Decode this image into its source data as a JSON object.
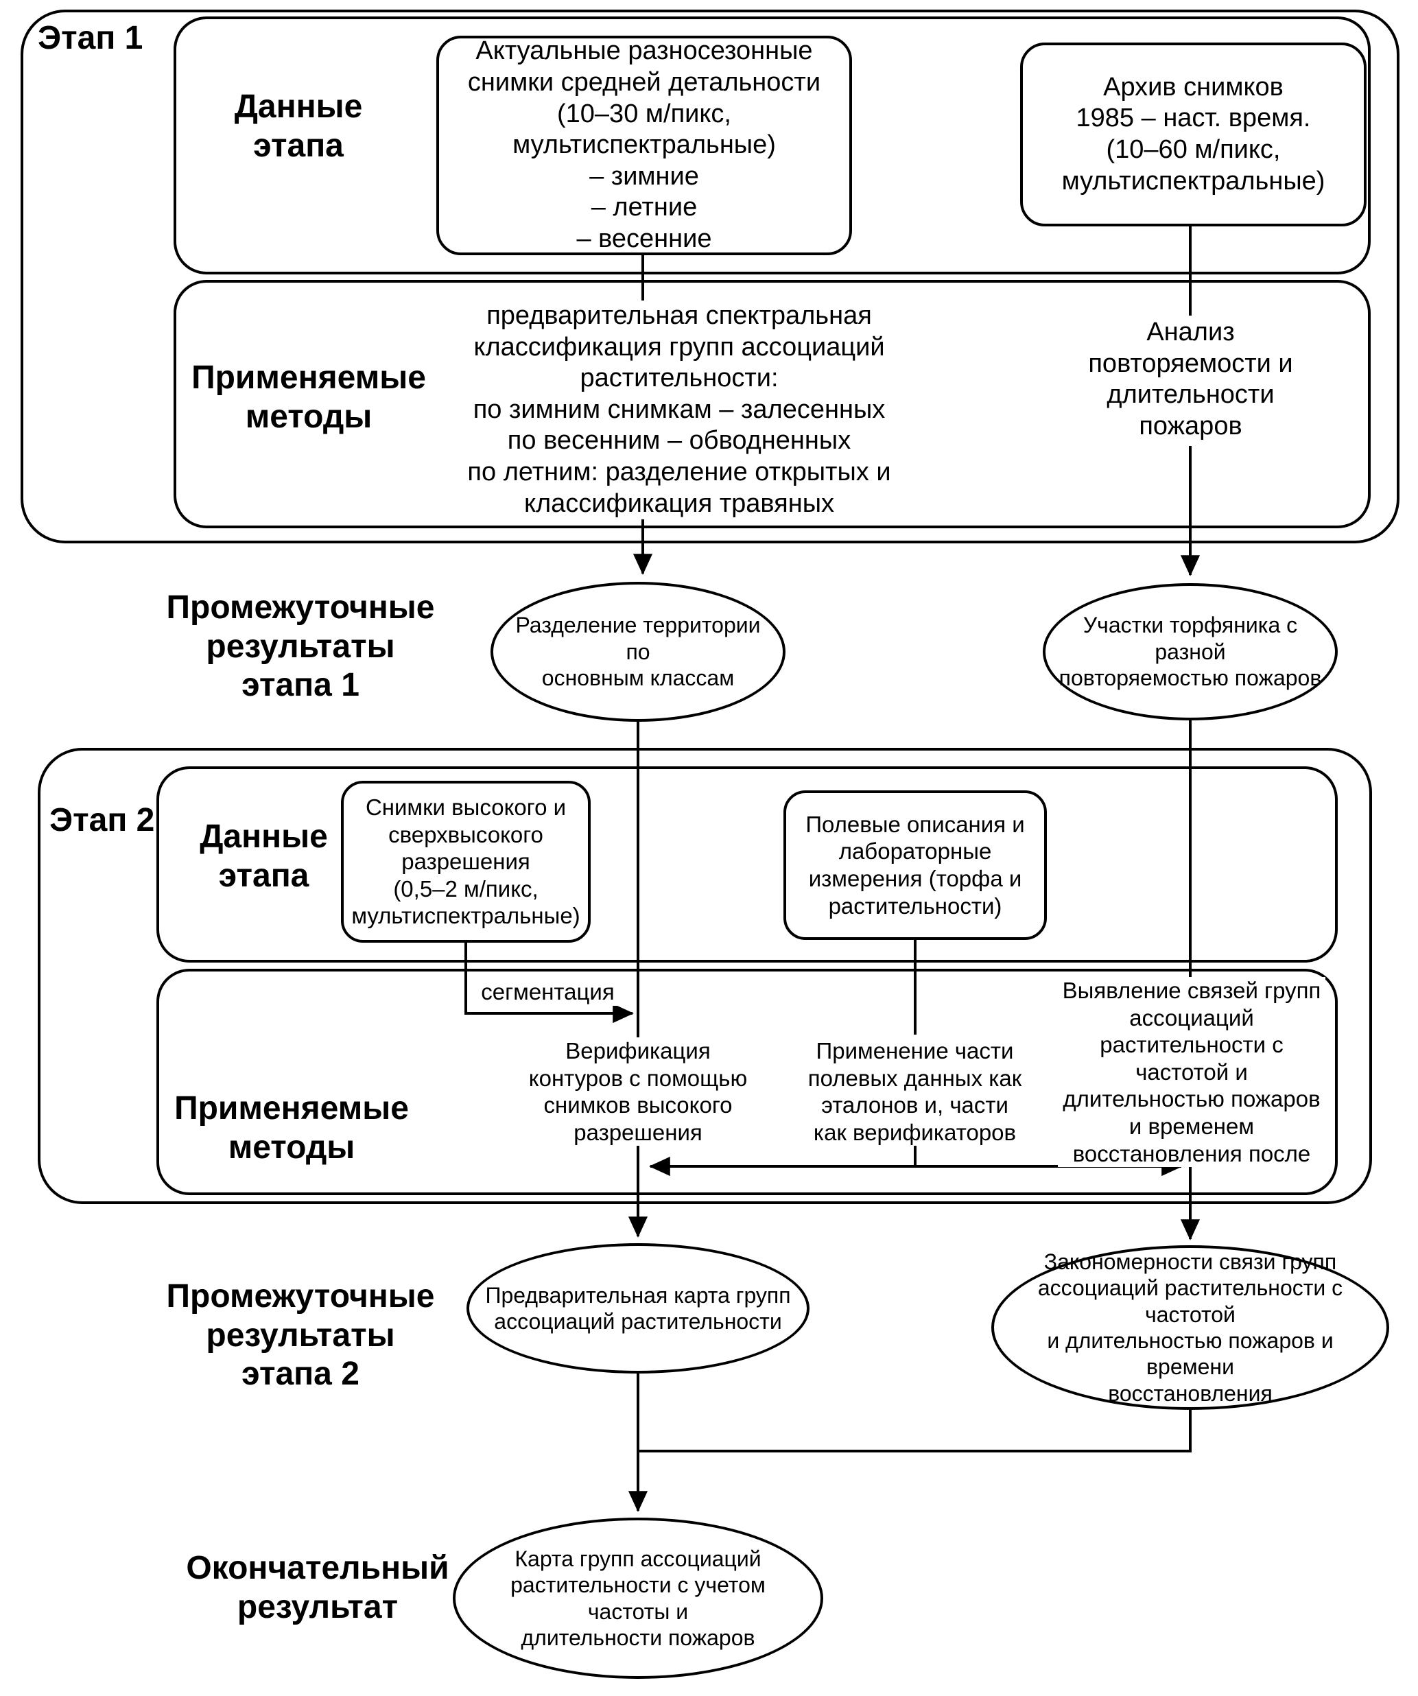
{
  "stage1": {
    "title": "Этап 1",
    "data": {
      "label": "Данные\nэтапа",
      "imagery_box": "Актуальные разносезонные\nснимки средней детальности\n(10–30 м/пикс,\nмультиспектральные)\n– зимние\n– летние\n– весенние",
      "archive_box": "Архив снимков\n1985 – наст. время.\n(10–60 м/пикс,\nмультиспектральные)"
    },
    "methods": {
      "label": "Применяемые\nметоды",
      "classification": "предварительная спектральная\nклассификация групп ассоциаций\nрастительности:\nпо зимним снимкам – залесенных\nпо весенним – обводненных\nпо летним: разделение открытых и\nклассификация травяных",
      "fire_analysis": "Анализ\nповторяемости и\nдлительности\nпожаров"
    }
  },
  "intermediate1": {
    "label": "Промежуточные\nрезультаты\nэтапа 1",
    "territory_classes": "Разделение территории по\nосновным классам",
    "peatland_sites": "Участки торфяника с разной\nповторяемостью пожаров"
  },
  "stage2": {
    "title": "Этап 2",
    "data": {
      "label": "Данные\nэтапа",
      "highres_box": "Снимки высокого и\nсверхвысокого\nразрешения\n(0,5–2 м/пикс,\nмультиспектральные)",
      "field_box": "Полевые описания и\nлабораторные\nизмерения (торфа и\nрастительности)"
    },
    "segmentation_label": "сегментация",
    "methods": {
      "label": "Применяемые\nметоды",
      "verification": "Верификация\nконтуров с помощью\nснимков высокого\nразрешения",
      "field_data_use": "Применение части\nполевых данных как\nэталонов и, части\nкак верификаторов",
      "relations": "Выявление связей групп\nассоциаций\nрастительности с\nчастотой и\nдлительностью пожаров\nи временем\nвосстановления после"
    }
  },
  "intermediate2": {
    "label": "Промежуточные\nрезультаты\nэтапа 2",
    "preliminary_map": "Предварительная карта групп\nассоциаций растительности",
    "patterns": "Закономерности связи групп\nассоциаций растительности с частотой\nи длительностью пожаров и времени\nвосстановления"
  },
  "final": {
    "label": "Окончательный\nрезультат",
    "map": "Карта групп ассоциаций\nрастительности с учетом частоты и\nдлительности пожаров"
  }
}
